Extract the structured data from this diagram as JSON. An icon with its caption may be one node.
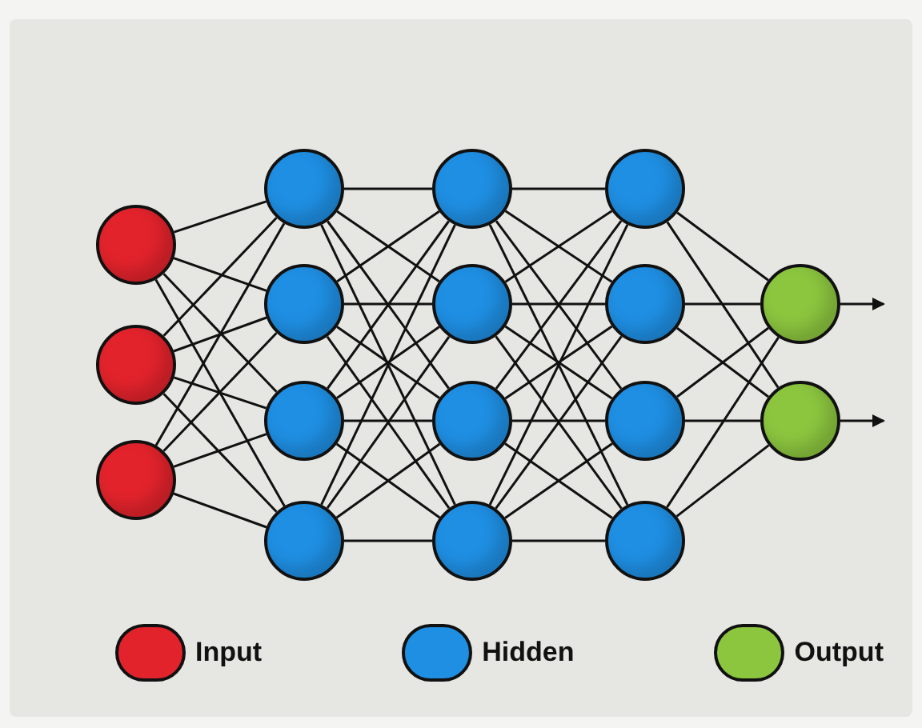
{
  "diagram": {
    "nodes": [
      {
        "text": [],
        "shape": "circle"
      },
      {
        "text": [],
        "shape": "circle"
      },
      {
        "text": [],
        "shape": "circle"
      },
      {
        "text": [],
        "shape": "circle"
      },
      {
        "text": [],
        "shape": "circle"
      },
      {
        "text": [],
        "shape": "circle"
      },
      {
        "text": [],
        "shape": "circle"
      },
      {
        "text": [],
        "shape": "circle"
      },
      {
        "text": [],
        "shape": "circle"
      },
      {
        "text": [],
        "shape": "circle"
      },
      {
        "text": [],
        "shape": "circle"
      },
      {
        "text": [],
        "shape": "circle"
      },
      {
        "text": [],
        "shape": "circle"
      },
      {
        "text": [],
        "shape": "circle"
      },
      {
        "text": [],
        "shape": "circle"
      },
      {
        "text": [],
        "shape": "circle"
      },
      {
        "text": [],
        "shape": "circle"
      }
    ],
    "edges": [
      {
        "from": 0,
        "to": 3,
        "arrow": "none"
      },
      {
        "from": 0,
        "to": 4,
        "arrow": "none"
      },
      {
        "from": 0,
        "to": 5,
        "arrow": "none"
      },
      {
        "from": 0,
        "to": 6,
        "arrow": "none"
      },
      {
        "from": 1,
        "to": 3,
        "arrow": "none"
      },
      {
        "from": 1,
        "to": 4,
        "arrow": "none"
      },
      {
        "from": 1,
        "to": 5,
        "arrow": "none"
      },
      {
        "from": 1,
        "to": 6,
        "arrow": "none"
      },
      {
        "from": 2,
        "to": 3,
        "arrow": "none"
      },
      {
        "from": 2,
        "to": 4,
        "arrow": "none"
      },
      {
        "from": 2,
        "to": 5,
        "arrow": "none"
      },
      {
        "from": 2,
        "to": 6,
        "arrow": "none"
      },
      {
        "from": 3,
        "to": 7,
        "arrow": "none"
      },
      {
        "from": 3,
        "to": 8,
        "arrow": "none"
      },
      {
        "from": 3,
        "to": 9,
        "arrow": "none"
      },
      {
        "from": 3,
        "to": 10,
        "arrow": "none"
      },
      {
        "from": 4,
        "to": 7,
        "arrow": "none"
      },
      {
        "from": 4,
        "to": 8,
        "arrow": "none"
      },
      {
        "from": 4,
        "to": 9,
        "arrow": "none"
      },
      {
        "from": 4,
        "to": 10,
        "arrow": "none"
      },
      {
        "from": 5,
        "to": 7,
        "arrow": "none"
      },
      {
        "from": 5,
        "to": 8,
        "arrow": "none"
      },
      {
        "from": 5,
        "to": 9,
        "arrow": "none"
      },
      {
        "from": 5,
        "to": 10,
        "arrow": "none"
      },
      {
        "from": 6,
        "to": 7,
        "arrow": "none"
      },
      {
        "from": 6,
        "to": 8,
        "arrow": "none"
      },
      {
        "from": 6,
        "to": 9,
        "arrow": "none"
      },
      {
        "from": 6,
        "to": 10,
        "arrow": "none"
      },
      {
        "from": 7,
        "to": 11,
        "arrow": "none"
      },
      {
        "from": 7,
        "to": 12,
        "arrow": "none"
      },
      {
        "from": 7,
        "to": 13,
        "arrow": "none"
      },
      {
        "from": 7,
        "to": 14,
        "arrow": "none"
      },
      {
        "from": 8,
        "to": 11,
        "arrow": "none"
      },
      {
        "from": 8,
        "to": 12,
        "arrow": "none"
      },
      {
        "from": 8,
        "to": 13,
        "arrow": "none"
      },
      {
        "from": 8,
        "to": 14,
        "arrow": "none"
      },
      {
        "from": 9,
        "to": 11,
        "arrow": "none"
      },
      {
        "from": 9,
        "to": 12,
        "arrow": "none"
      },
      {
        "from": 9,
        "to": 13,
        "arrow": "none"
      },
      {
        "from": 9,
        "to": 14,
        "arrow": "none"
      },
      {
        "from": 10,
        "to": 11,
        "arrow": "none"
      },
      {
        "from": 10,
        "to": 12,
        "arrow": "none"
      },
      {
        "from": 10,
        "to": 13,
        "arrow": "none"
      },
      {
        "from": 10,
        "to": 14,
        "arrow": "none"
      },
      {
        "from": 11,
        "to": 15,
        "arrow": "none"
      },
      {
        "from": 11,
        "to": 16,
        "arrow": "none"
      },
      {
        "from": 12,
        "to": 15,
        "arrow": "none"
      },
      {
        "from": 12,
        "to": 16,
        "arrow": "none"
      },
      {
        "from": 13,
        "to": 15,
        "arrow": "none"
      },
      {
        "from": 13,
        "to": 16,
        "arrow": "none"
      },
      {
        "from": 14,
        "to": 15,
        "arrow": "none"
      },
      {
        "from": 14,
        "to": 16,
        "arrow": "none"
      },
      {
        "from": 15,
        "to": null,
        "arrow": "to"
      },
      {
        "from": 16,
        "to": null,
        "arrow": "to"
      }
    ],
    "legend": [
      {
        "text": "Input",
        "color": "#e3232c"
      },
      {
        "text": "Hidden",
        "color": "#1f8fe3"
      },
      {
        "text": "Output",
        "color": "#8cc63f"
      }
    ]
  }
}
